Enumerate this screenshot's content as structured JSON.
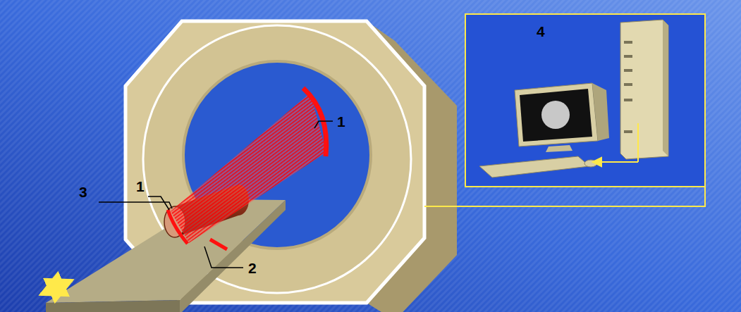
{
  "diagram": {
    "labels": [
      "4",
      "1",
      "3",
      "1",
      "2"
    ]
  }
}
